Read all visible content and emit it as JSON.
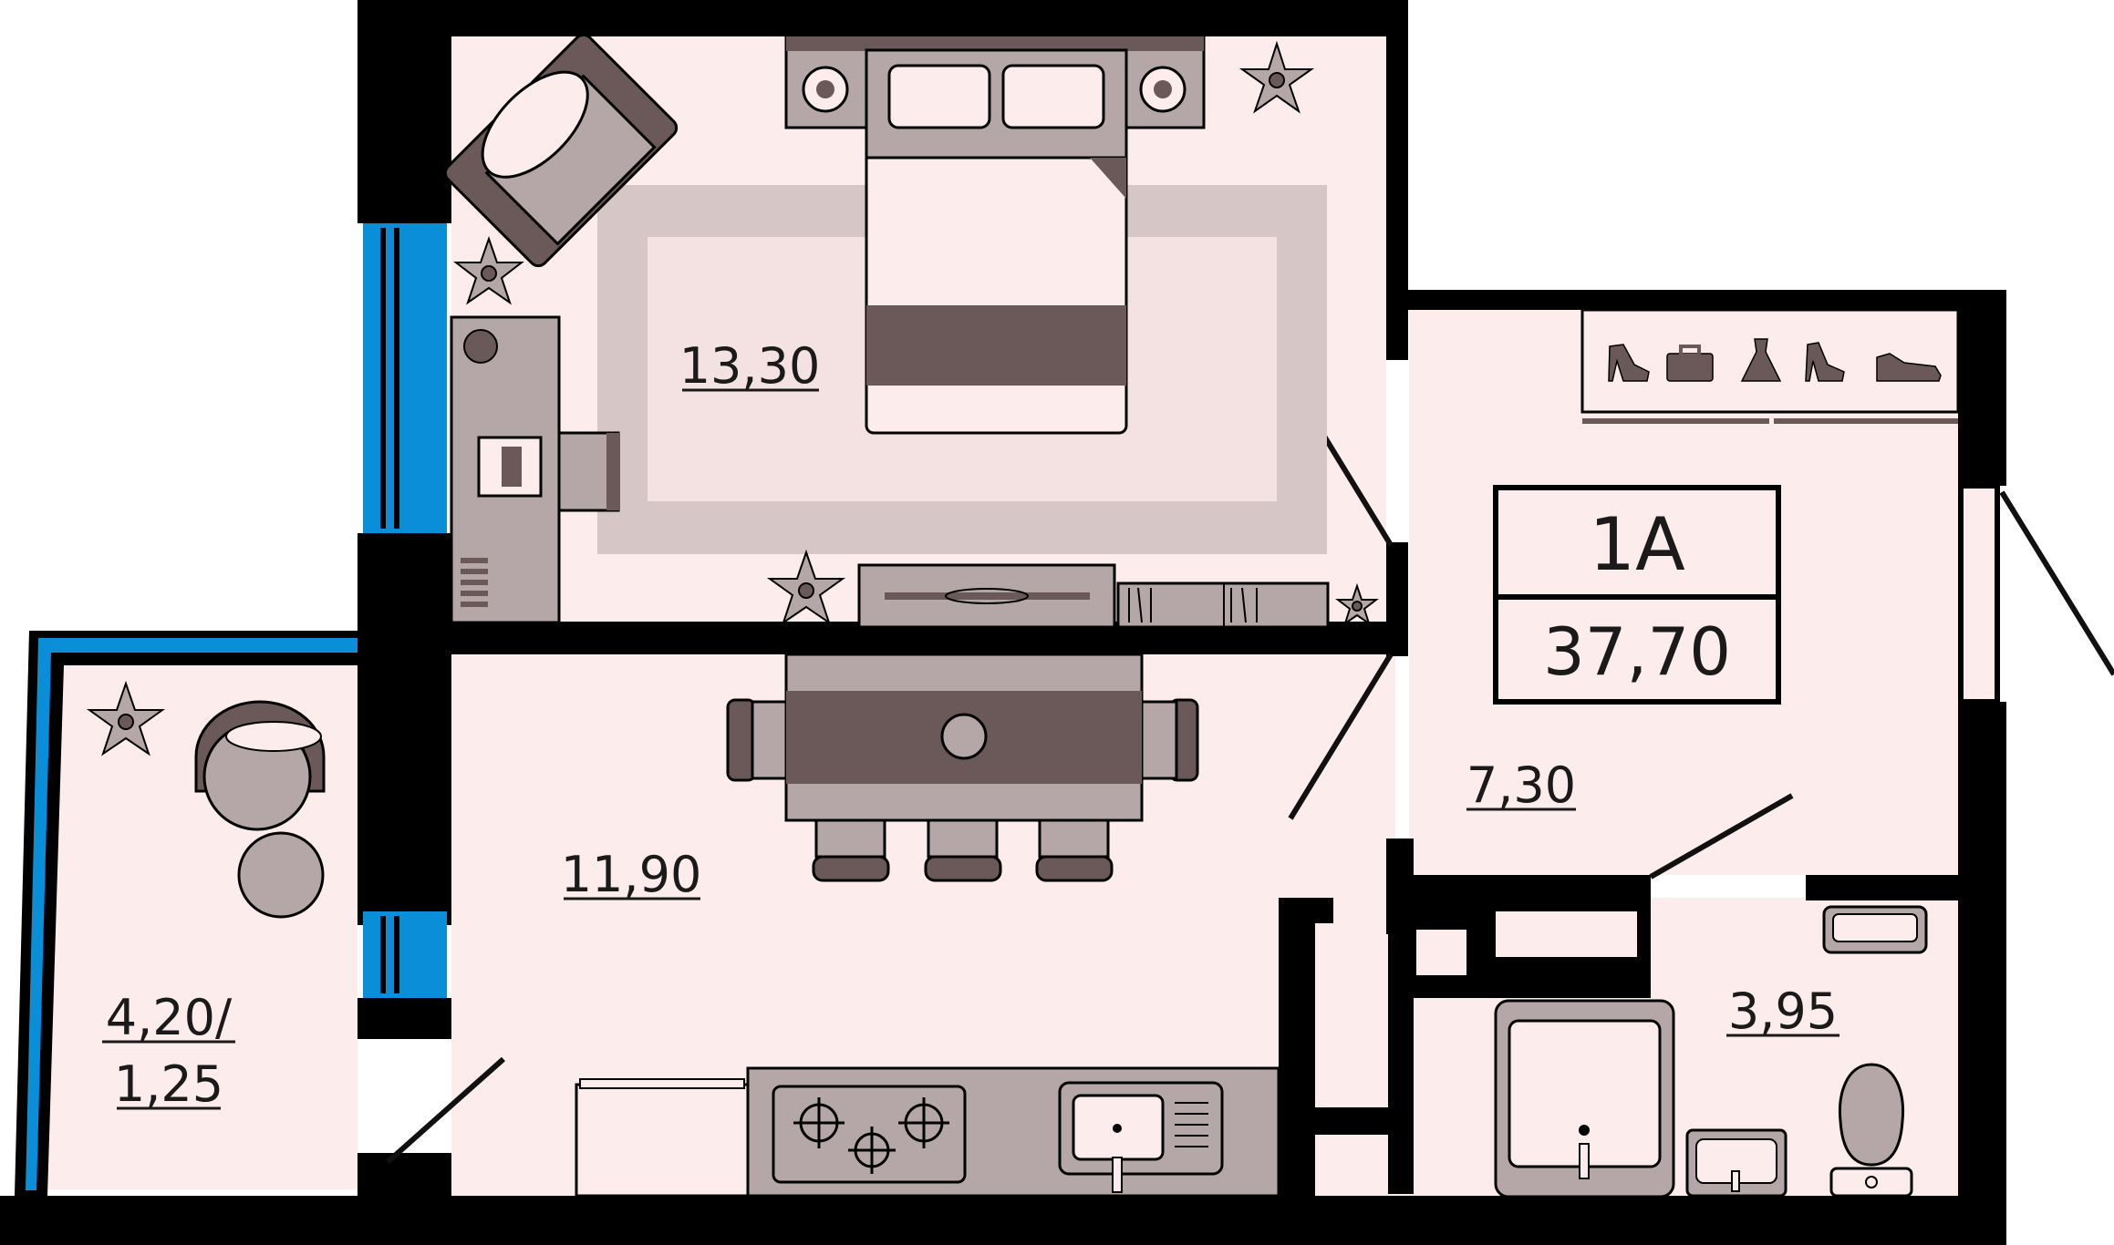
{
  "apartment": {
    "type_label": "1A",
    "total_area": "37,70"
  },
  "rooms": {
    "bedroom_area": "13,30",
    "living_kitchen_area": "11,90",
    "hall_area": "7,30",
    "bathroom_area": "3,95",
    "balcony_area_line1": "4,20/",
    "balcony_area_line2": "1,25"
  },
  "icons": {
    "wardrobe": [
      "high-heel-icon",
      "briefcase-icon",
      "dress-icon",
      "high-heel-icon",
      "sneaker-icon"
    ]
  },
  "colors": {
    "wall": "#000000",
    "floor": "#fcecec",
    "furniture_dark": "#6b5859",
    "furniture_mid": "#b5a7a7",
    "window": "#0a8ed8",
    "rug": "#d6c6c6"
  }
}
